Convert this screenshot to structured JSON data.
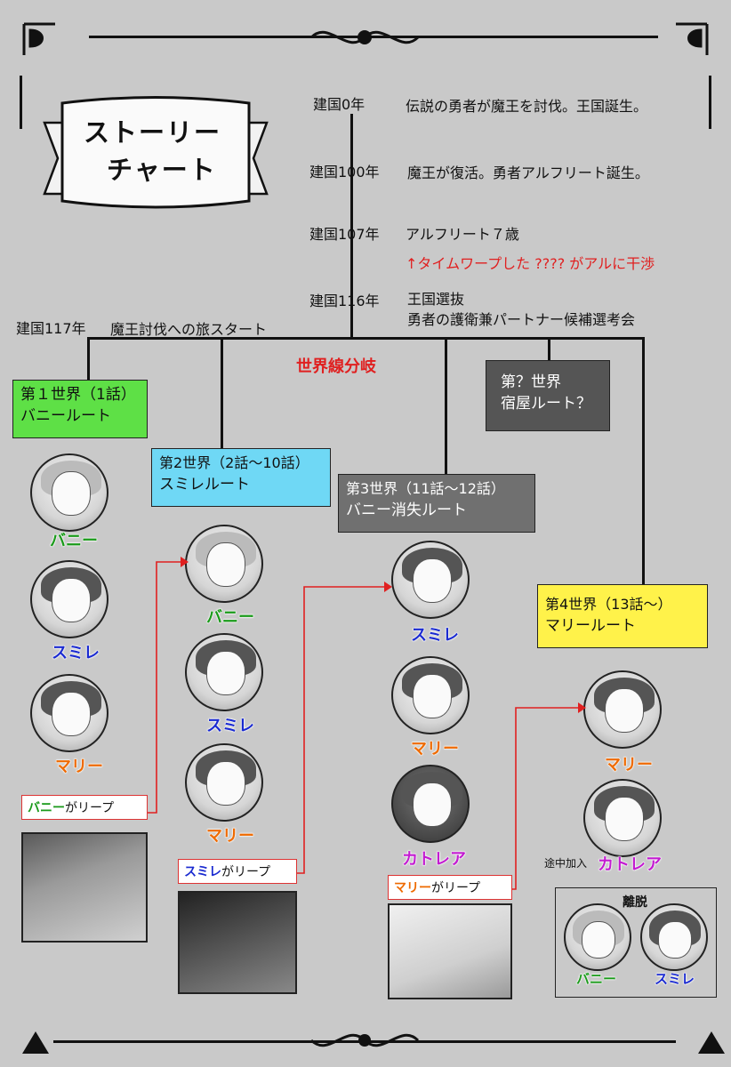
{
  "title": {
    "line1": "ストーリー",
    "line2": "チャート"
  },
  "timeline": [
    {
      "year": "建国0年",
      "event": "伝説の勇者が魔王を討伐。王国誕生。"
    },
    {
      "year": "建国100年",
      "event": "魔王が復活。勇者アルフリート誕生。"
    },
    {
      "year": "建国107年",
      "event": "アルフリート７歳"
    },
    {
      "year": "建国116年",
      "event": "王国選抜",
      "event2": "勇者の護衛兼パートナー候補選考会"
    }
  ],
  "timeline_note": "↑タイムワープした ???? がアルに干渉",
  "start": {
    "year": "建国117年",
    "event": "魔王討伐への旅スタート"
  },
  "branch_label": "世界線分岐",
  "worlds": [
    {
      "line1": "第１世界（1話）",
      "line2": "バニールート",
      "color": "#5ee046"
    },
    {
      "line1": "第2世界（2話〜10話）",
      "line2": "スミレルート",
      "color": "#6fd8f5"
    },
    {
      "line1": "第3世界（11話〜12話）",
      "line2": "バニー消失ルート",
      "color": "#707070"
    },
    {
      "line1": "第？世界",
      "line2": "宿屋ルート？",
      "color": "#555555"
    },
    {
      "line1": "第4世界（13話〜）",
      "line2": "マリールート",
      "color": "#fff24a"
    }
  ],
  "characters": {
    "bunny": "バニー",
    "sumire": "スミレ",
    "marie": "マリー",
    "cattleya": "カトレア"
  },
  "leaps": [
    {
      "name": "バニー",
      "suffix": "がリープ"
    },
    {
      "name": "スミレ",
      "suffix": "がリープ"
    },
    {
      "name": "マリー",
      "suffix": "がリープ"
    }
  ],
  "midway_join": "途中加入",
  "departure": "離脱",
  "colors": {
    "background": "#c9c9c9",
    "arrow": "#e02020",
    "branch_text": "#e02020"
  }
}
